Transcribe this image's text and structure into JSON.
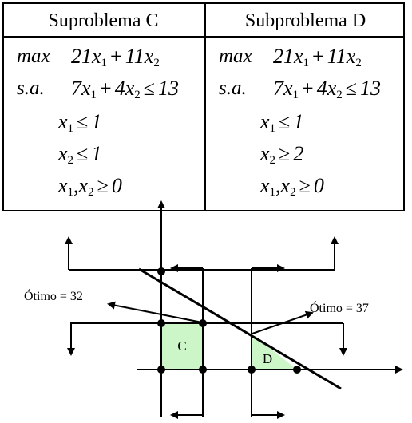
{
  "table": {
    "col_c": {
      "title": "Suproblema C",
      "max_kw": "max",
      "st_kw": "s.a.",
      "objective": {
        "c1": "21",
        "v1": "x",
        "s1": "1",
        "op": "+",
        "c2": "11",
        "v2": "x",
        "s2": "2"
      },
      "constraint1": {
        "c1": "7",
        "v1": "x",
        "s1": "1",
        "op": "+",
        "c2": "4",
        "v2": "x",
        "s2": "2",
        "rel": "≤",
        "rhs": "13"
      },
      "constraint2": {
        "v": "x",
        "s": "1",
        "rel": "≤",
        "rhs": "1"
      },
      "constraint3": {
        "v": "x",
        "s": "2",
        "rel": "≤",
        "rhs": "1"
      },
      "constraint4": {
        "v1": "x",
        "s1": "1",
        "sep": ",",
        "v2": "x",
        "s2": "2",
        "rel": "≥",
        "rhs": "0"
      }
    },
    "col_d": {
      "title": "Subproblema D",
      "max_kw": "max",
      "st_kw": "s.a.",
      "objective": {
        "c1": "21",
        "v1": "x",
        "s1": "1",
        "op": "+",
        "c2": "11",
        "v2": "x",
        "s2": "2"
      },
      "constraint1": {
        "c1": "7",
        "v1": "x",
        "s1": "1",
        "op": "+",
        "c2": "4",
        "v2": "x",
        "s2": "2",
        "rel": "≤",
        "rhs": "13"
      },
      "constraint2": {
        "v": "x",
        "s": "1",
        "rel": "≤",
        "rhs": "1"
      },
      "constraint3": {
        "v": "x",
        "s": "2",
        "rel": "≥",
        "rhs": "2"
      },
      "constraint4": {
        "v1": "x",
        "s1": "1",
        "sep": ",",
        "v2": "x",
        "s2": "2",
        "rel": "≥",
        "rhs": "0"
      }
    }
  },
  "diagram": {
    "region_c_label": "C",
    "region_d_label": "D",
    "optimum_c_label": "Ótimo = 32",
    "optimum_d_label": "Ótimo = 37",
    "region_fill": "#ccf5c8",
    "line_color": "#000000"
  }
}
